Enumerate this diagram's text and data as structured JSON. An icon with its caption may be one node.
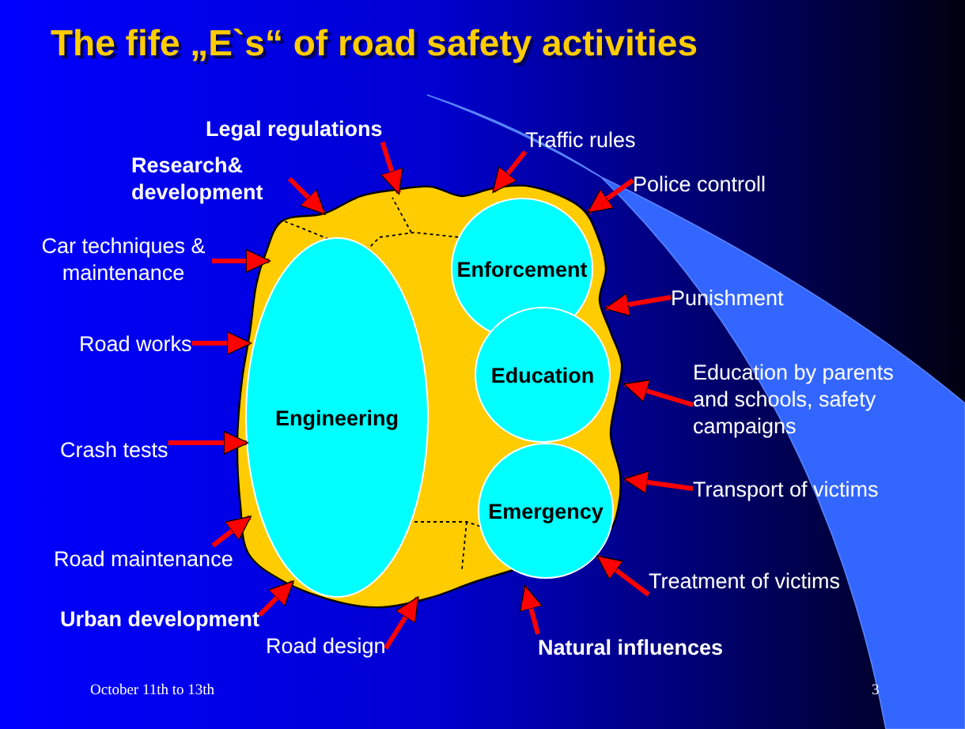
{
  "diagram": {
    "title": "The fife „E`s“ of road safety activities",
    "nodes": [
      {
        "text": [],
        "shape": "cloud"
      },
      {
        "text": [
          "Engineering"
        ],
        "in": 0
      },
      {
        "text": [
          "Enforcement"
        ],
        "in": 0
      },
      {
        "text": [
          "Education"
        ],
        "in": 0
      },
      {
        "text": [
          "Emergency"
        ],
        "in": 0
      },
      {
        "text": [
          "Legal regulations"
        ]
      },
      {
        "text": [
          "Research& development"
        ]
      },
      {
        "text": [
          "Traffic rules"
        ]
      },
      {
        "text": [
          "Police controll"
        ]
      },
      {
        "text": [
          "Car techniques & maintenance"
        ]
      },
      {
        "text": [
          "Punishment"
        ]
      },
      {
        "text": [
          "Road works"
        ]
      },
      {
        "text": [
          "Education by parents and schools, safety campaigns"
        ]
      },
      {
        "text": [
          "Crash tests"
        ]
      },
      {
        "text": [
          "Transport of victims"
        ]
      },
      {
        "text": [
          "Road maintenance"
        ]
      },
      {
        "text": [
          "Treatment of victims"
        ]
      },
      {
        "text": [
          "Urban development"
        ]
      },
      {
        "text": [
          "Road design"
        ]
      },
      {
        "text": [
          "Natural influences"
        ]
      }
    ],
    "edges": [
      {
        "from": 5,
        "to": 0,
        "arrow": "to"
      },
      {
        "from": 6,
        "to": 0,
        "arrow": "to"
      },
      {
        "from": 7,
        "to": 0,
        "arrow": "to"
      },
      {
        "from": 8,
        "to": 0,
        "arrow": "to"
      },
      {
        "from": 9,
        "to": 0,
        "arrow": "to"
      },
      {
        "from": 10,
        "to": 0,
        "arrow": "to"
      },
      {
        "from": 11,
        "to": 0,
        "arrow": "to"
      },
      {
        "from": 12,
        "to": 0,
        "arrow": "to"
      },
      {
        "from": 13,
        "to": 0,
        "arrow": "to"
      },
      {
        "from": 14,
        "to": 0,
        "arrow": "to"
      },
      {
        "from": 15,
        "to": 0,
        "arrow": "to"
      },
      {
        "from": 16,
        "to": 0,
        "arrow": "to"
      },
      {
        "from": 17,
        "to": 0,
        "arrow": "to"
      },
      {
        "from": 18,
        "to": 0,
        "arrow": "to"
      },
      {
        "from": 19,
        "to": 0,
        "arrow": "to"
      }
    ],
    "labels": [
      "October 11th to 13th",
      "3"
    ]
  }
}
